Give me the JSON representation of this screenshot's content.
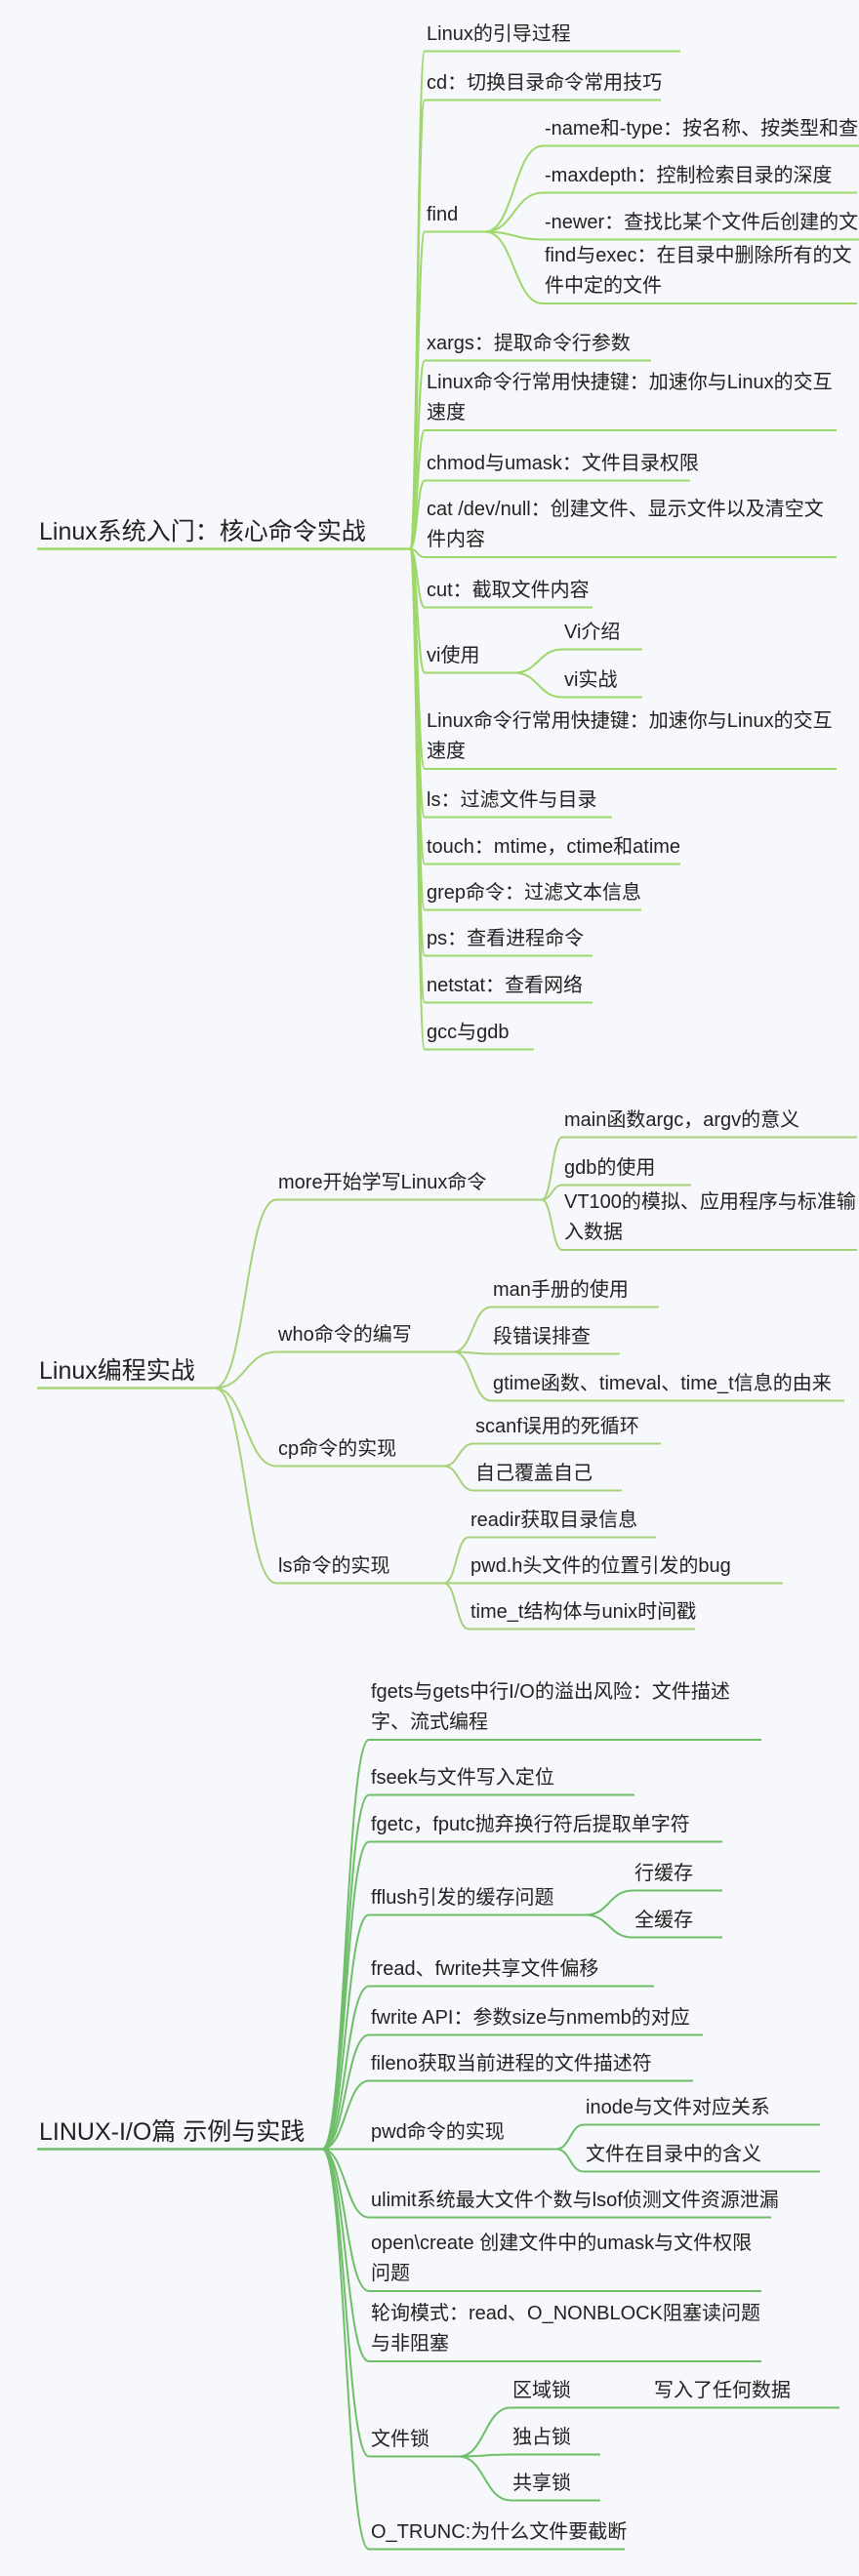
{
  "mindmap": [
    {
      "label": "Linux系统入门：核心命令实战",
      "color": "#9ed86a",
      "children": [
        {
          "label": "Linux的引导过程"
        },
        {
          "label": "cd：切换目录命令常用技巧"
        },
        {
          "label": "find",
          "children": [
            {
              "label": "-name和-type：按名称、按类型和查找"
            },
            {
              "label": "-maxdepth：控制检索目录的深度"
            },
            {
              "label": "-newer：查找比某个文件后创建的文件"
            },
            {
              "label": "find与exec：在目录中删除所有的文件中定的文件"
            }
          ]
        },
        {
          "label": "xargs：提取命令行参数"
        },
        {
          "label": "Linux命令行常用快捷键：加速你与Linux的交互速度"
        },
        {
          "label": "chmod与umask：文件目录权限"
        },
        {
          "label": "cat /dev/null：创建文件、显示文件以及清空文件内容"
        },
        {
          "label": "cut：截取文件内容"
        },
        {
          "label": "vi使用",
          "children": [
            {
              "label": "Vi介绍"
            },
            {
              "label": "vi实战"
            }
          ]
        },
        {
          "label": "Linux命令行常用快捷键：加速你与Linux的交互速度"
        },
        {
          "label": "ls：过滤文件与目录"
        },
        {
          "label": "touch：mtime，ctime和atime"
        },
        {
          "label": "grep命令：过滤文本信息"
        },
        {
          "label": "ps：查看进程命令"
        },
        {
          "label": "netstat：查看网络"
        },
        {
          "label": "gcc与gdb"
        }
      ]
    },
    {
      "label": "Linux编程实战",
      "color": "#a8d27a",
      "children": [
        {
          "label": "more开始学写Linux命令",
          "children": [
            {
              "label": "main函数argc，argv的意义"
            },
            {
              "label": "gdb的使用"
            },
            {
              "label": "VT100的模拟、应用程序与标准输入数据"
            }
          ]
        },
        {
          "label": "who命令的编写",
          "children": [
            {
              "label": "man手册的使用"
            },
            {
              "label": "段错误排查"
            },
            {
              "label": "gtime函数、timeval、time_t信息的由来"
            }
          ]
        },
        {
          "label": "cp命令的实现",
          "children": [
            {
              "label": "scanf误用的死循环"
            },
            {
              "label": "自己覆盖自己"
            }
          ]
        },
        {
          "label": "ls命令的实现",
          "children": [
            {
              "label": "readir获取目录信息"
            },
            {
              "label": "pwd.h头文件的位置引发的bug"
            },
            {
              "label": "time_t结构体与unix时间戳"
            }
          ]
        }
      ]
    },
    {
      "label": "LINUX-I/O篇 示例与实践",
      "color": "#6fbe6a",
      "children": [
        {
          "label": "fgets与gets中行I/O的溢出风险：文件描述字、流式编程"
        },
        {
          "label": "fseek与文件写入定位"
        },
        {
          "label": "fgetc，fputc抛弃换行符后提取单字符"
        },
        {
          "label": "fflush引发的缓存问题",
          "children": [
            {
              "label": "行缓存"
            },
            {
              "label": "全缓存"
            }
          ]
        },
        {
          "label": "fread、fwrite共享文件偏移"
        },
        {
          "label": "fwrite API：参数size与nmemb的对应"
        },
        {
          "label": "fileno获取当前进程的文件描述符"
        },
        {
          "label": "pwd命令的实现",
          "children": [
            {
              "label": "inode与文件对应关系"
            },
            {
              "label": "文件在目录中的含义"
            }
          ]
        },
        {
          "label": "ulimit系统最大文件个数与lsof侦测文件资源泄漏"
        },
        {
          "label": "open\\create 创建文件中的umask与文件权限问题"
        },
        {
          "label": "轮询模式：read、O_NONBLOCK阻塞读问题与非阻塞"
        },
        {
          "label": "文件锁",
          "children": [
            {
              "label": "区域锁",
              "children": [
                {
                  "label": "写入了任何数据"
                }
              ]
            },
            {
              "label": "独占锁"
            },
            {
              "label": "共享锁"
            }
          ]
        },
        {
          "label": "O_TRUNC:为什么文件要截断"
        }
      ]
    }
  ]
}
